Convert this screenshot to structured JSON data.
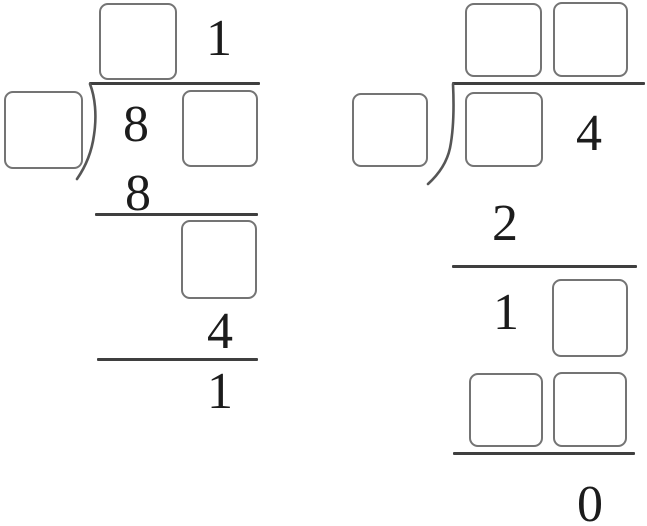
{
  "page": {
    "background_color": "#ffffff",
    "ink_color": "#1c1c1c",
    "box_border_color": "#747474",
    "line_color": "#3f3f3f"
  },
  "problems": {
    "left": {
      "quotient_ones_digit": "1",
      "dividend_tens_digit": "8",
      "subtrahend_digit": "8",
      "second_subtrahend_digit": "4",
      "remainder_digit": "1"
    },
    "right": {
      "dividend_ones_digit": "4",
      "subtrahend_digit": "2",
      "difference_tens_digit": "1",
      "remainder_digit": "0"
    }
  }
}
